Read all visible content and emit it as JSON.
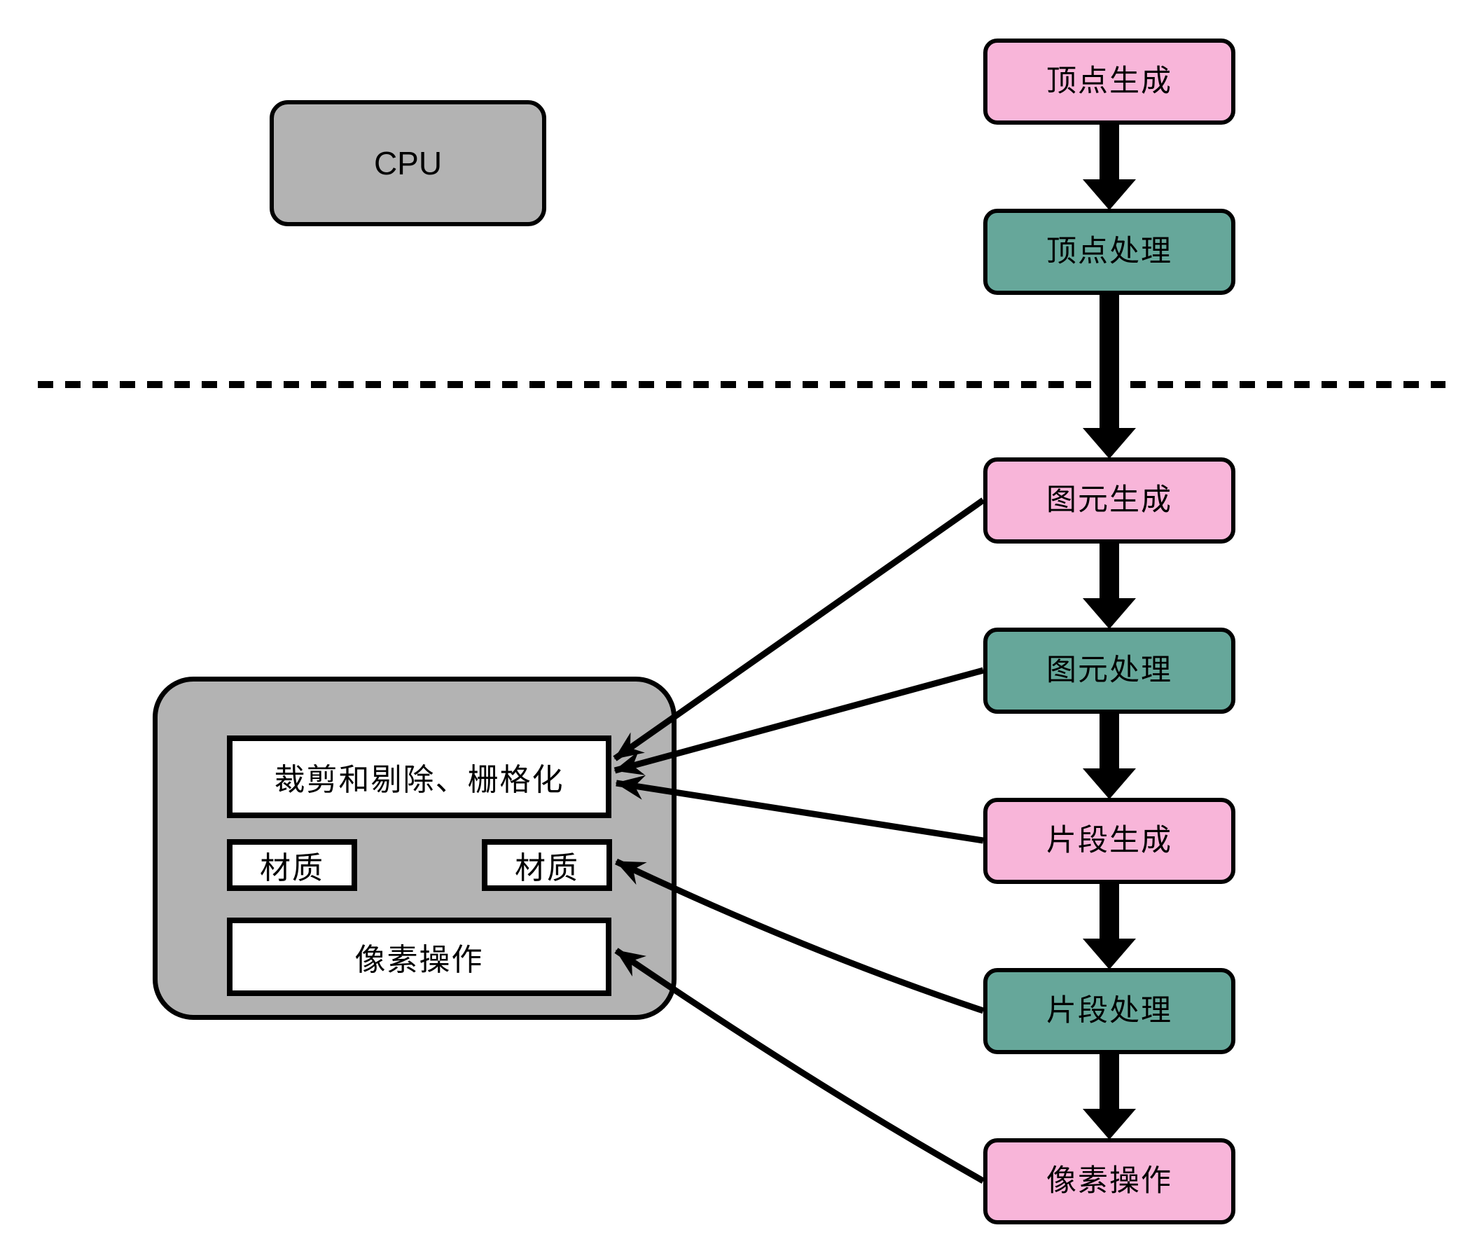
{
  "cpu": {
    "label": "CPU"
  },
  "pipeline": {
    "boxes": [
      {
        "label": "顶点生成",
        "color": "pink"
      },
      {
        "label": "顶点处理",
        "color": "teal"
      },
      {
        "label": "图元生成",
        "color": "pink"
      },
      {
        "label": "图元处理",
        "color": "teal"
      },
      {
        "label": "片段生成",
        "color": "pink"
      },
      {
        "label": "片段处理",
        "color": "teal"
      },
      {
        "label": "像素操作",
        "color": "pink"
      }
    ]
  },
  "hardware_block": {
    "clip_cull_rasterize_label": "裁剪和剔除、栅格化",
    "texture_left_label": "材质",
    "texture_right_label": "材质",
    "pixel_ops_label": "像素操作"
  },
  "colors": {
    "stage_pink": "#f8b5d9",
    "stage_teal": "#66a79a",
    "hardware_gray": "#b3b3b3",
    "outline_black": "#000000"
  }
}
